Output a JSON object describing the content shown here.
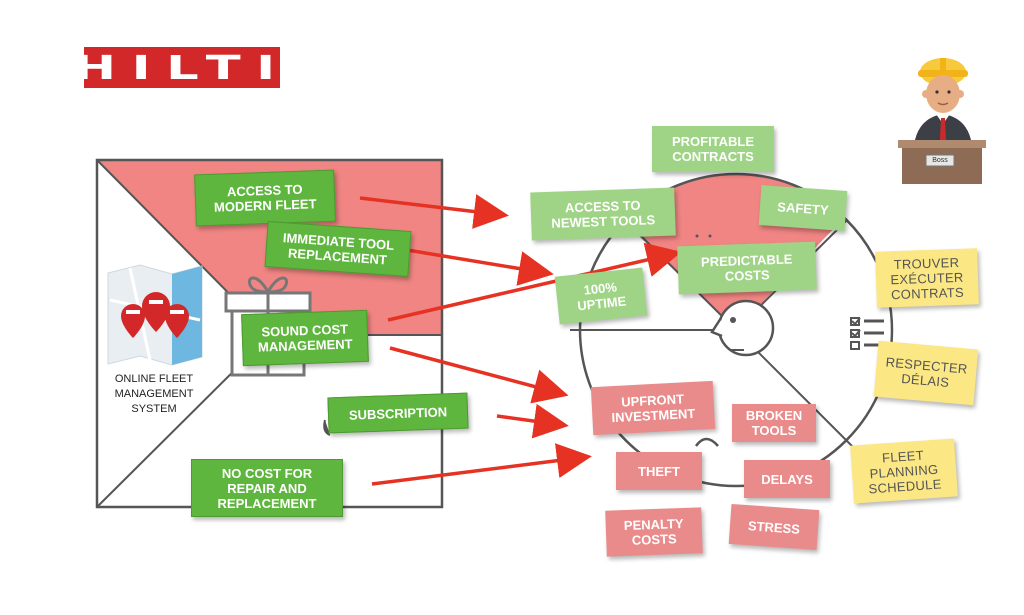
{
  "brand": {
    "logo_text": "HILTI",
    "color": "#d3282a"
  },
  "system_label": "ONLINE FLEET\nMANAGEMENT\nSYSTEM",
  "boss_sign": "Boss",
  "offer_notes": [
    "ACCESS TO\nMODERN FLEET",
    "IMMEDIATE TOOL\nREPLACEMENT",
    "SOUND COST\nMANAGEMENT",
    "SUBSCRIPTION",
    "NO COST FOR\nREPAIR AND\nREPLACEMENT"
  ],
  "gain_notes": [
    "PROFITABLE\nCONTRACTS",
    "ACCESS TO\nNEWEST TOOLS",
    "SAFETY",
    "PREDICTABLE\nCOSTS",
    "100%\nUPTIME"
  ],
  "pain_notes": [
    "UPFRONT\nINVESTMENT",
    "BROKEN\nTOOLS",
    "THEFT",
    "DELAYS",
    "PENALTY\nCOSTS",
    "STRESS"
  ],
  "job_notes": [
    "TROUVER\nEXÉCUTER\nCONTRATS",
    "RESPECTER\nDÉLAIS",
    "FLEET\nPLANNING\nSCHEDULE"
  ],
  "colors": {
    "red_fill": "#f08583",
    "green": "#5fb63e",
    "light_green": "#9fd486",
    "pink": "#e98b8a",
    "yellow": "#fbe784",
    "arrow": "#e63223",
    "outline": "#555555"
  }
}
